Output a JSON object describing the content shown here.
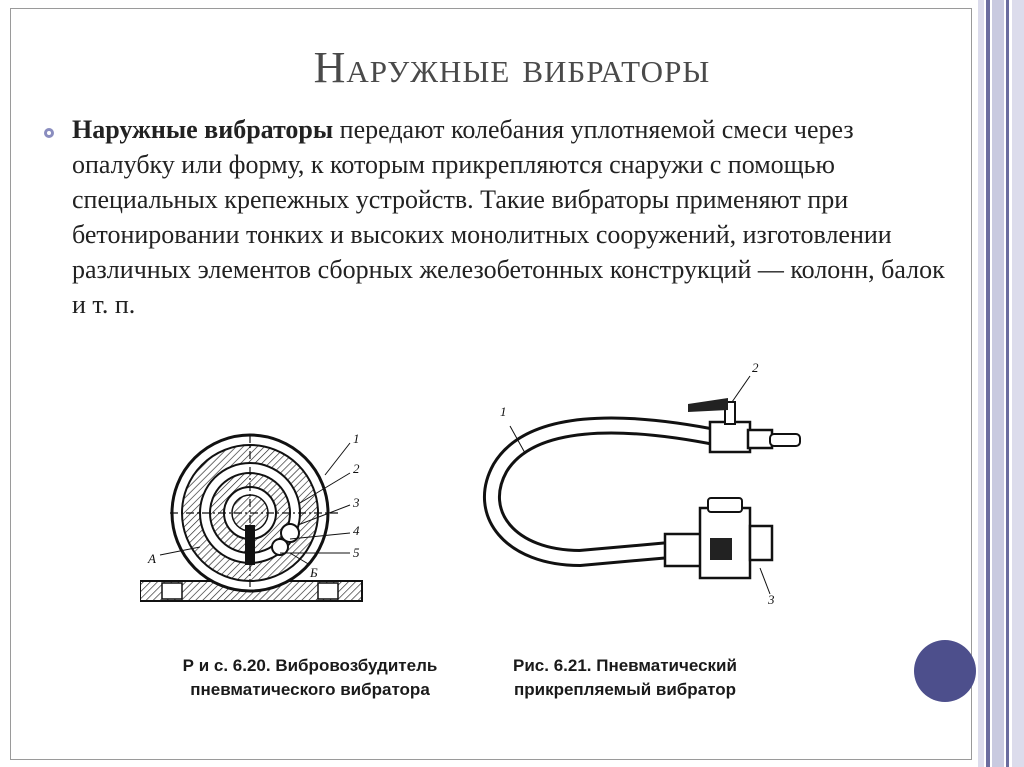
{
  "slide": {
    "title": "Наружные вибраторы",
    "bullet_bold": "Наружные вибраторы",
    "bullet_rest": " передают колебания уплотняемой смеси через опалубку или форму, к которым прикрепляются снаружи с помощью специальных крепежных устройств. Такие вибраторы применяют при бетонировании тонких и высоких монолитных сооружений, изготовлении различных элементов сборных железобетонных конструкций — колонн, балок и т. п."
  },
  "figure1": {
    "caption_line1": "Р и с. 6.20. Вибровозбудитель",
    "caption_line2": "пневматического вибратора",
    "labels": [
      "1",
      "2",
      "3",
      "4",
      "5",
      "А",
      "Б"
    ]
  },
  "figure2": {
    "caption_line1": "Рис. 6.21. Пневматический",
    "caption_line2": "прикрепляемый вибратор",
    "labels": [
      "1",
      "2",
      "3"
    ]
  },
  "colors": {
    "accent": "#4d4f8c",
    "bar1": "#c9cae0",
    "bar2": "#6b6d9f"
  }
}
